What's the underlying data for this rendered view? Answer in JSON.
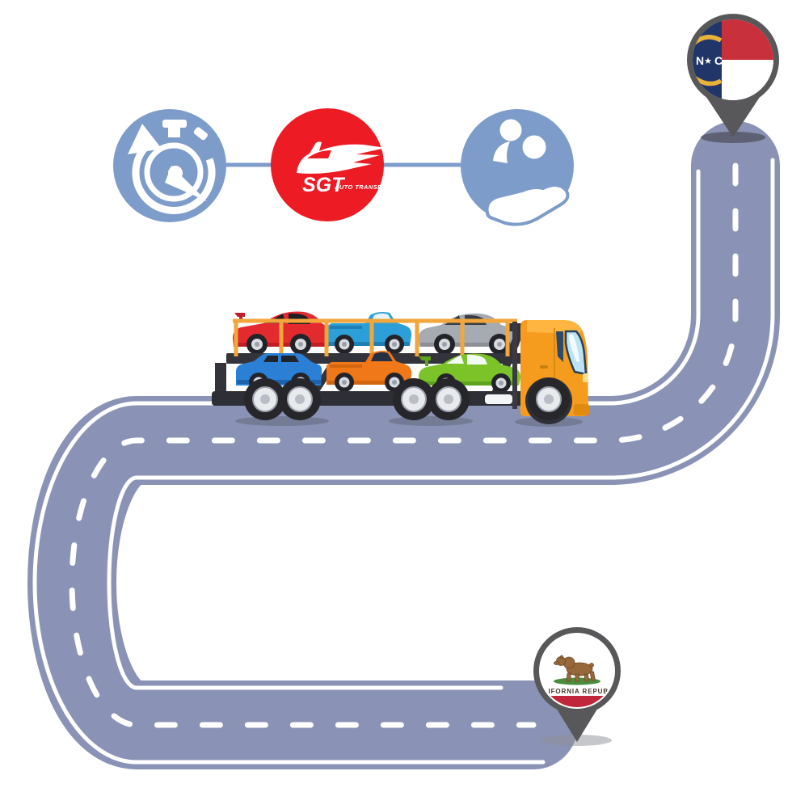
{
  "scene": {
    "background": "#FFFFFF",
    "features": {
      "connector_color": "#7E9CC9",
      "items": [
        {
          "name": "fast-delivery-time",
          "icon": "stopwatch-refresh-icon",
          "circle_color": "#7E9CC9",
          "glyph_color": "#FFFFFF"
        },
        {
          "name": "sgt-brand",
          "icon": "sgt-auto-transport-logo",
          "circle_color": "#EC1B24",
          "brand": "SGT",
          "brand_suffix": "AUTO TRANSPORT"
        },
        {
          "name": "customer-care",
          "icon": "hand-holding-people-icon",
          "circle_color": "#7E9CC9",
          "glyph_color": "#FFFFFF"
        }
      ]
    },
    "route": {
      "road_color": "#8A93B5",
      "marking_color": "#FFFFFF",
      "pin_color": "#58585A",
      "origin": {
        "state": "North Carolina",
        "flag_left_letter": "N",
        "flag_star": "★",
        "flag_right_letter": "C",
        "flag_blue": "#223568",
        "flag_red": "#C8303C",
        "ribbon_gold": "#E9B23A"
      },
      "destination": {
        "state": "California",
        "flag_text": "CALIFORNIA REPUBLIC",
        "flag_red": "#C0273C",
        "bear_color": "#96683A",
        "grass_color": "#4C8C3F"
      }
    },
    "truck": {
      "cab_color": "#F59C1F",
      "trailer_color": "#33343B",
      "rail_color": "#F2A63B",
      "upper_deck_cars": [
        "red coupe",
        "blue pickup",
        "silver sedan"
      ],
      "lower_deck_cars": [
        "blue suv",
        "orange pickup",
        "green coupe"
      ]
    }
  }
}
